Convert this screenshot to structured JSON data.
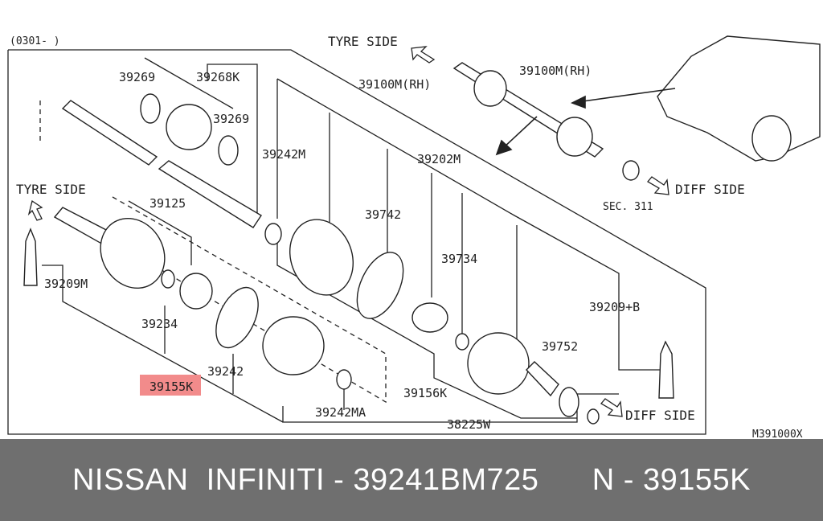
{
  "diagram": {
    "corner_code": "(0301-    )",
    "figure_code": "M391000X",
    "labels": {
      "tyre_side_top": "TYRE SIDE",
      "tyre_side_left": "TYRE SIDE",
      "diff_side_right": "DIFF SIDE",
      "diff_side_bottom": "DIFF SIDE",
      "sec": "SEC. 311",
      "p39100m_rh_top": "39100M(RH)",
      "p39100m_rh_main": "39100M(RH)",
      "p39269_a": "39269",
      "p39269_b": "39269",
      "p39268k": "39268K",
      "p39242m": "39242M",
      "p39742": "39742",
      "p39202m": "39202M",
      "p39734": "39734",
      "p39125": "39125",
      "p39209m": "39209M",
      "p39234": "39234",
      "p39155k": "39155K",
      "p39242": "39242",
      "p39156k": "39156K",
      "p39209b": "39209+B",
      "p39752": "39752",
      "p39242ma": "39242MA",
      "p38225w": "38225W"
    },
    "highlight_color": "#f28b8b"
  },
  "footer": {
    "text": "NISSAN  INFINITI - 39241BM725      N - 39155K",
    "background": "#6f6f6f",
    "color": "#ffffff"
  }
}
